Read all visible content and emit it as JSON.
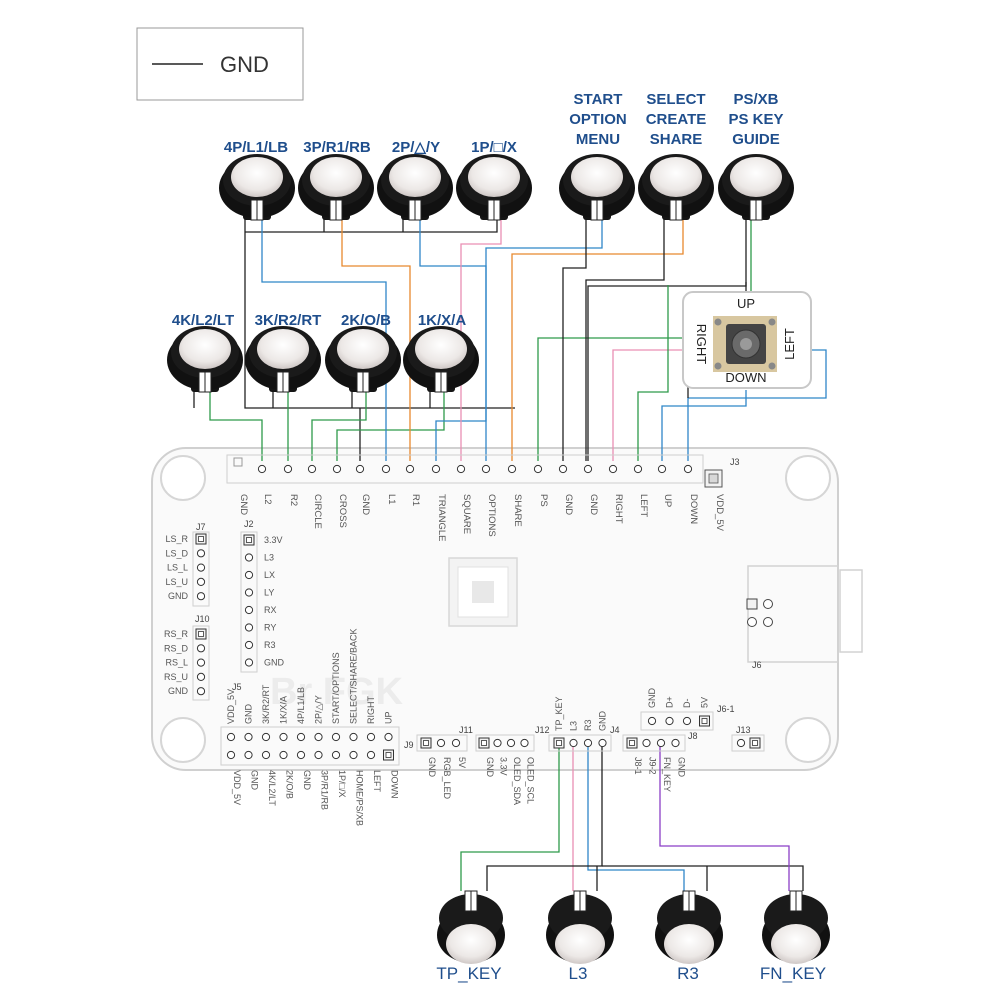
{
  "legend": {
    "label": "GND"
  },
  "colors": {
    "gnd": "#222222",
    "blue": "#2f86c8",
    "green": "#2e9a4a",
    "orange": "#e8892e",
    "pink": "#e98fb3",
    "purple": "#8b3fc6",
    "label": "#1f4e8c"
  },
  "top_buttons": [
    {
      "id": "4p",
      "label": "4P/L1/LB"
    },
    {
      "id": "3p",
      "label": "3P/R1/RB"
    },
    {
      "id": "2p",
      "label": "2P/△/Y"
    },
    {
      "id": "1p",
      "label": "1P/□/X"
    }
  ],
  "mid_buttons": [
    {
      "id": "4k",
      "label": "4K/L2/LT"
    },
    {
      "id": "3k",
      "label": "3K/R2/RT"
    },
    {
      "id": "2k",
      "label": "2K/O/B"
    },
    {
      "id": "1k",
      "label": "1K/X/A"
    }
  ],
  "func_buttons": [
    {
      "id": "start",
      "lines": [
        "START",
        "OPTION",
        "MENU"
      ]
    },
    {
      "id": "select",
      "lines": [
        "SELECT",
        "CREATE",
        "SHARE"
      ]
    },
    {
      "id": "ps",
      "lines": [
        "PS/XB",
        "PS KEY",
        "GUIDE"
      ]
    }
  ],
  "joystick": {
    "up": "UP",
    "down": "DOWN",
    "left": "LEFT",
    "right": "RIGHT"
  },
  "j3": {
    "name": "J3",
    "pins": [
      "GND",
      "L2",
      "R2",
      "CIRCLE",
      "CROSS",
      "GND",
      "L1",
      "R1",
      "TRIANGLE",
      "SQUARE",
      "OPTIONS",
      "SHARE",
      "PS",
      "GND",
      "GND",
      "RIGHT",
      "LEFT",
      "UP",
      "DOWN",
      "VDD_5V"
    ]
  },
  "j7": {
    "name": "J7",
    "pins": [
      "LS_R",
      "LS_D",
      "LS_L",
      "LS_U",
      "GND"
    ]
  },
  "j10": {
    "name": "J10",
    "pins": [
      "RS_R",
      "RS_D",
      "RS_L",
      "RS_U",
      "GND"
    ]
  },
  "j2": {
    "name": "J2",
    "pins": [
      "3.3V",
      "L3",
      "LX",
      "LY",
      "RX",
      "RY",
      "R3",
      "GND"
    ]
  },
  "j5": {
    "name": "J5",
    "top_pins": [
      "VDD_5V",
      "GND",
      "3K/R2/RT",
      "1K/X/A",
      "4P/L1/LB",
      "2P/△/Y",
      "START/OPTIONS",
      "SELECT/SHARE/BACK",
      "RIGHT",
      "UP"
    ],
    "bottom_pins": [
      "VDD_5V",
      "GND",
      "4K/L2/LT",
      "2K/O/B",
      "GND",
      "3P/R1/RB",
      "1P/□/X",
      "HOME/PS/XB",
      "LEFT",
      "DOWN"
    ]
  },
  "j9": {
    "name": "J9",
    "pins": [
      "GND",
      "RGB_LED",
      "5V"
    ]
  },
  "j11": {
    "name": "J11",
    "pins": [
      "GND",
      "3.3V",
      "OLED_SDA",
      "OLED_SCL"
    ]
  },
  "j12": {
    "name": "J12",
    "pins": [
      "TP_KEY",
      "L3",
      "R3",
      "GND"
    ]
  },
  "j4": {
    "name": "J4"
  },
  "j8": {
    "name": "J8",
    "pins": [
      "J8-1",
      "J9-2",
      "FN_KEY",
      "GND"
    ]
  },
  "j6_1": {
    "name": "J6-1",
    "pins": [
      "GND",
      "D+",
      "D-",
      "5V"
    ]
  },
  "j13": {
    "name": "J13"
  },
  "j6": {
    "name": "J6"
  },
  "bottom_buttons": [
    {
      "id": "tp",
      "label": "TP_KEY"
    },
    {
      "id": "l3",
      "label": "L3"
    },
    {
      "id": "r3",
      "label": "R3"
    },
    {
      "id": "fn",
      "label": "FN_KEY"
    }
  ]
}
